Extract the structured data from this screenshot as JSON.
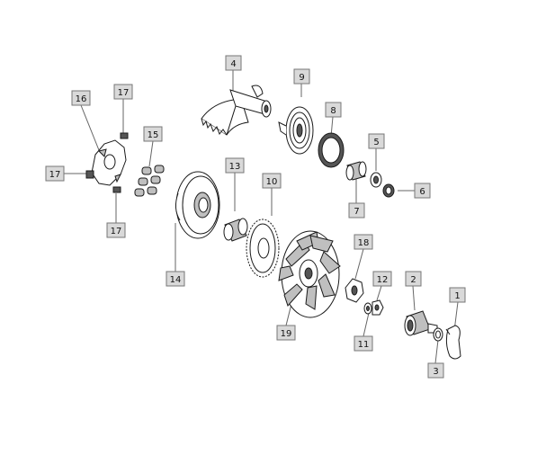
{
  "diagram": {
    "callouts": [
      {
        "id": "c1",
        "label": "1"
      },
      {
        "id": "c2",
        "label": "2"
      },
      {
        "id": "c3",
        "label": "3"
      },
      {
        "id": "c4",
        "label": "4"
      },
      {
        "id": "c5",
        "label": "5"
      },
      {
        "id": "c6",
        "label": "6"
      },
      {
        "id": "c7",
        "label": "7"
      },
      {
        "id": "c8",
        "label": "8"
      },
      {
        "id": "c9",
        "label": "9"
      },
      {
        "id": "c10",
        "label": "10"
      },
      {
        "id": "c11",
        "label": "11"
      },
      {
        "id": "c12",
        "label": "12"
      },
      {
        "id": "c13",
        "label": "13"
      },
      {
        "id": "c14",
        "label": "14"
      },
      {
        "id": "c15",
        "label": "15"
      },
      {
        "id": "c16",
        "label": "16"
      },
      {
        "id": "c17a",
        "label": "17"
      },
      {
        "id": "c17b",
        "label": "17"
      },
      {
        "id": "c17c",
        "label": "17"
      },
      {
        "id": "c18",
        "label": "18"
      },
      {
        "id": "c19",
        "label": "19"
      }
    ]
  }
}
